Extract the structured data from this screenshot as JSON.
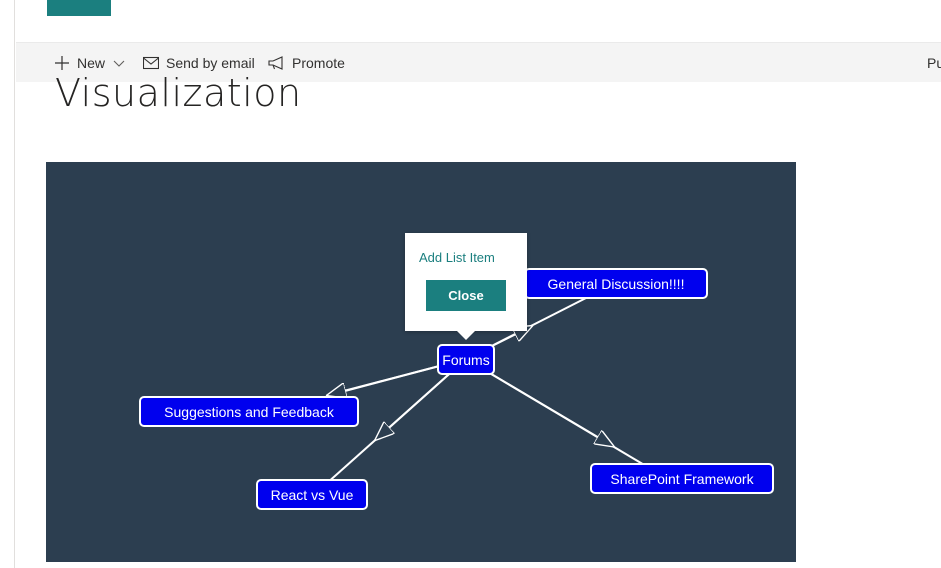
{
  "colors": {
    "brand": "#1b7f7f",
    "canvas_background": "#2c3e50",
    "node_fill": "#0000ee",
    "node_border": "#ffffff",
    "edge": "#ffffff"
  },
  "command_bar": {
    "new_label": "New",
    "new_icon": "plus-icon",
    "send_email_label": "Send by email",
    "send_email_icon": "mail-icon",
    "promote_label": "Promote",
    "promote_icon": "megaphone-icon",
    "publish_label_partial": "Pu"
  },
  "page": {
    "title": "Visualization"
  },
  "graph": {
    "nodes": {
      "forums": "Forums",
      "general_discussion": "General Discussion!!!!",
      "suggestions": "Suggestions and Feedback",
      "react_vs_vue": "React vs Vue",
      "sharepoint_framework": "SharePoint Framework"
    },
    "edges": [
      [
        "forums",
        "general_discussion"
      ],
      [
        "forums",
        "suggestions"
      ],
      [
        "forums",
        "react_vs_vue"
      ],
      [
        "forums",
        "sharepoint_framework"
      ]
    ]
  },
  "popup": {
    "add_item_label": "Add List Item",
    "close_label": "Close"
  }
}
